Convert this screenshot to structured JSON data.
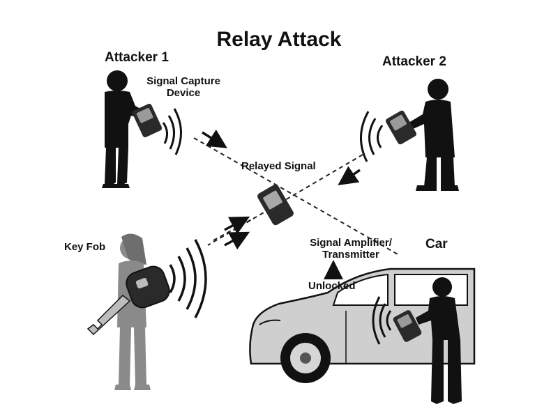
{
  "diagram": {
    "title": "Relay Attack",
    "labels": {
      "attacker1": "Attacker 1",
      "capture_line1": "Signal Capture",
      "capture_line2": "Device",
      "attacker2": "Attacker 2",
      "relayed": "Relayed Signal",
      "keyfob": "Key Fob",
      "amplifier_line1": "Signal Amplifier/",
      "amplifier_line2": "Transmitter",
      "car": "Car",
      "unlocked": "Unlocked"
    },
    "colors": {
      "figure": "#111111",
      "keyfob_person": "#8a8a8a",
      "car_body": "#cfcfcf",
      "device": "#2a2a2a",
      "line": "#222222"
    },
    "icons": [
      "person-icon",
      "handheld-device-icon",
      "signal-waves-icon",
      "key-fob-icon",
      "car-icon",
      "arrow-icon"
    ]
  }
}
